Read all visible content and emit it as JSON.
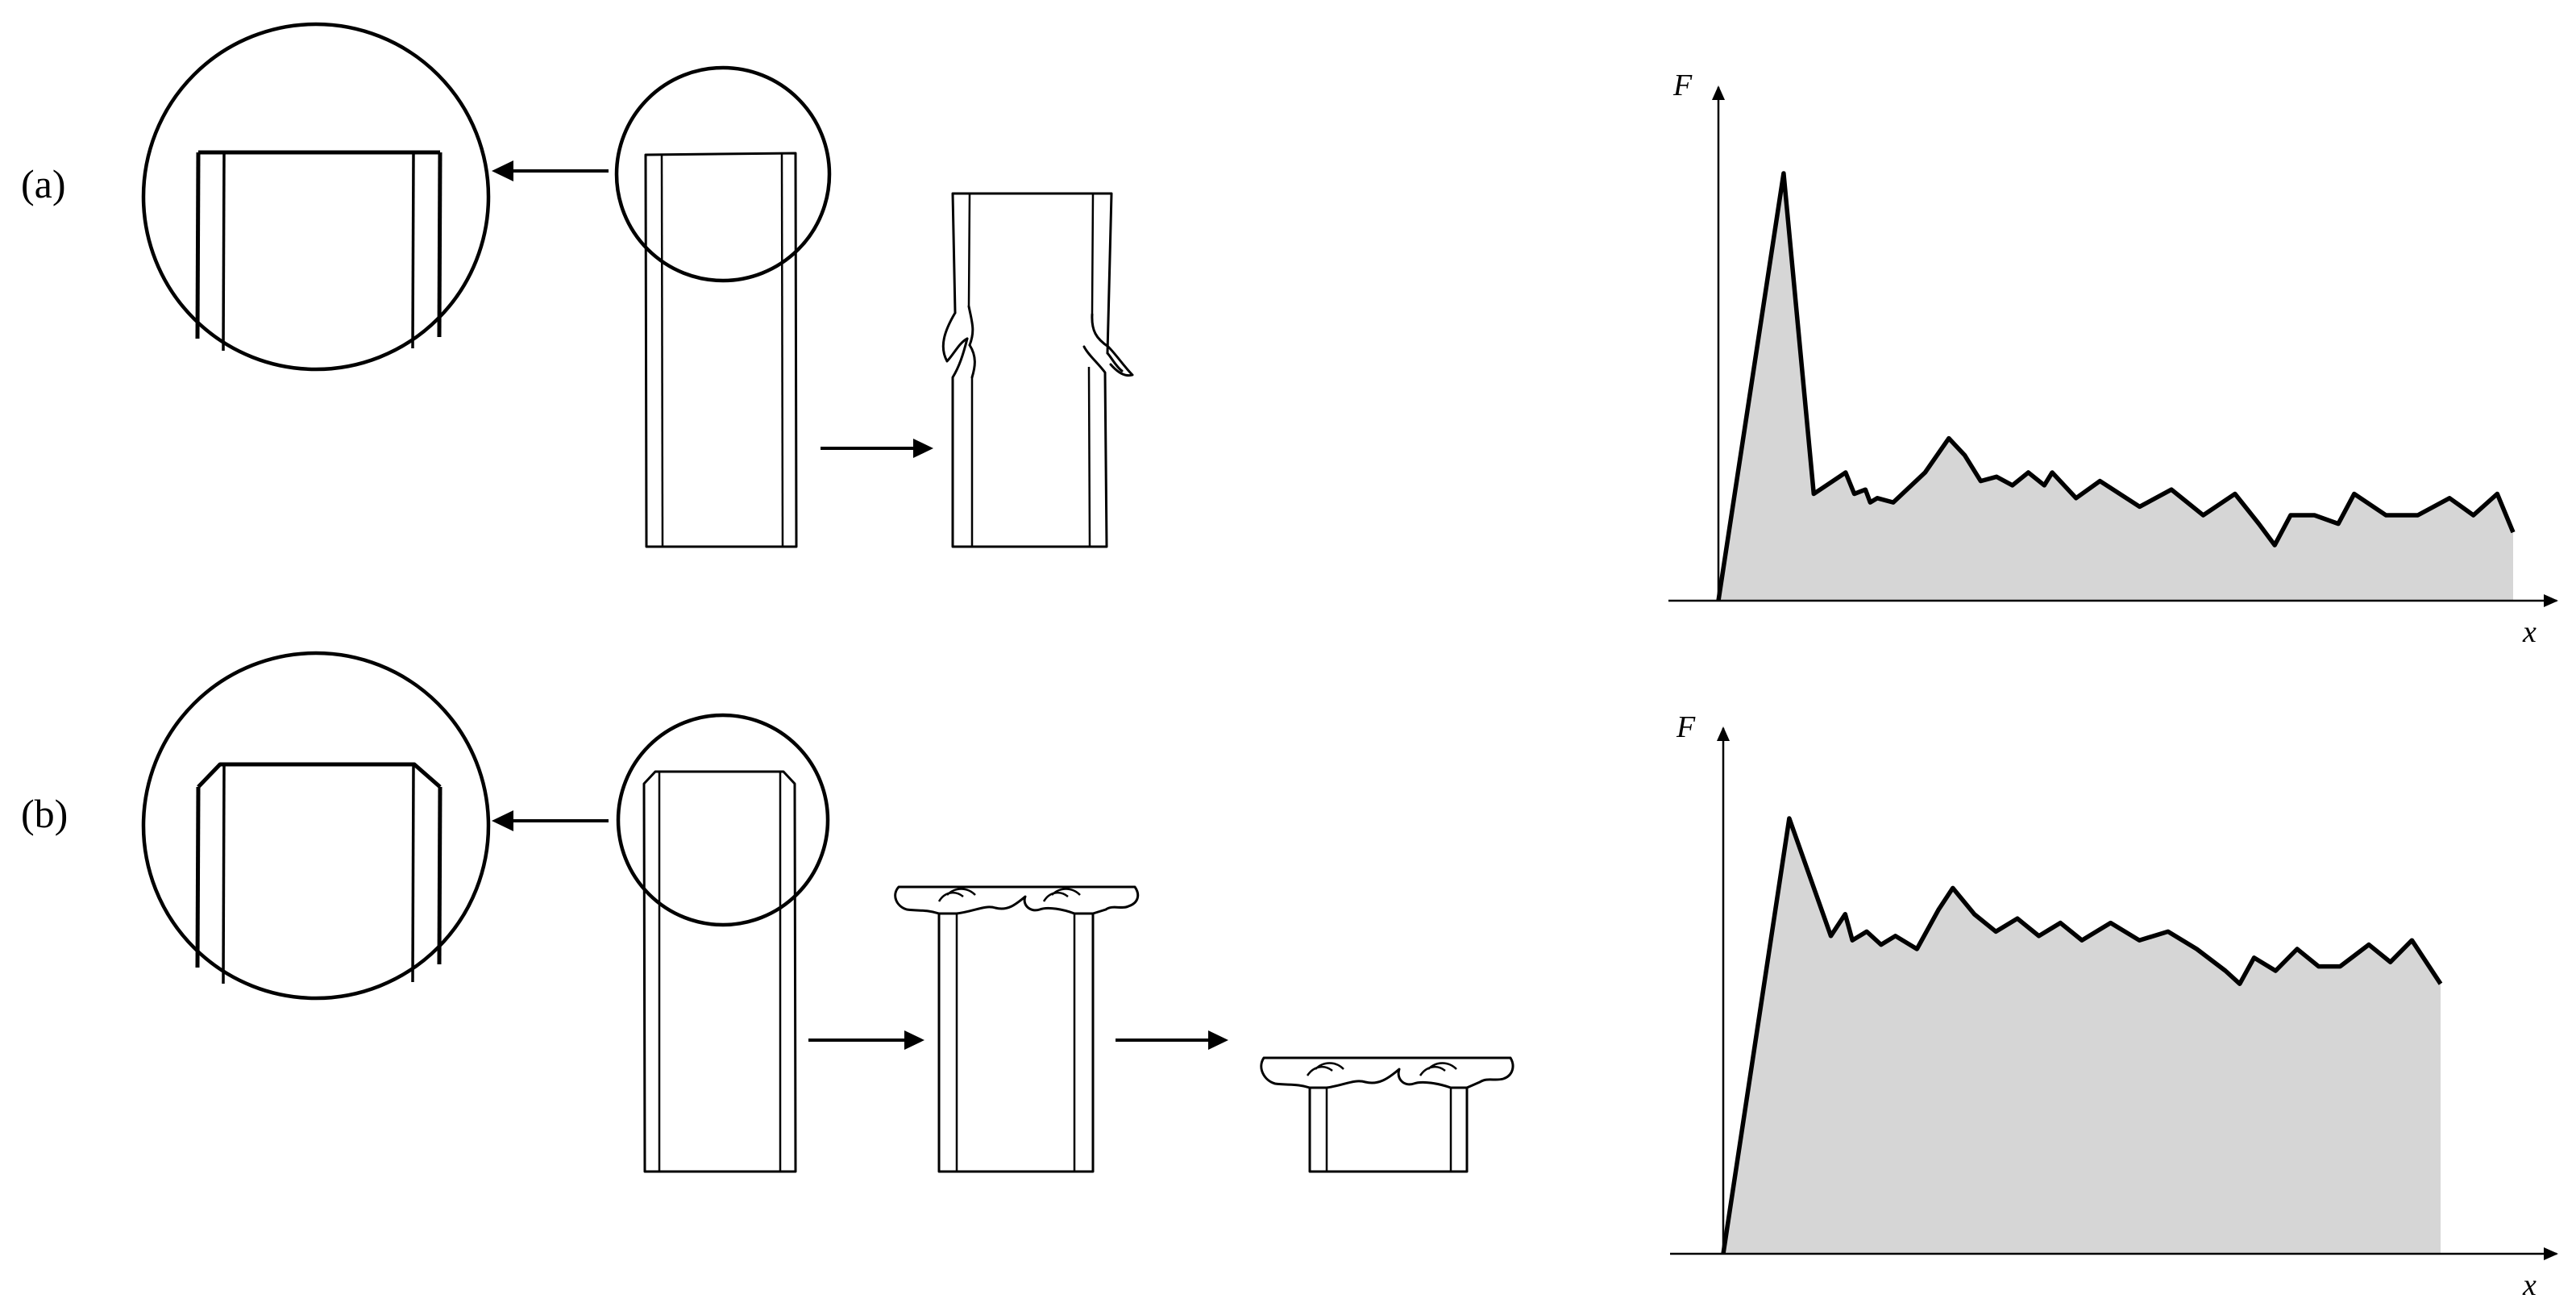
{
  "panels": [
    {
      "id": "a",
      "label": "(a)",
      "x_axis": "x",
      "y_axis": "F"
    },
    {
      "id": "b",
      "label": "(b)",
      "x_axis": "x",
      "y_axis": "F"
    }
  ],
  "chart_data": [
    {
      "type": "area",
      "title": "",
      "xlabel": "x",
      "ylabel": "F",
      "grid": false,
      "x": [
        0.0,
        0.082,
        0.12,
        0.16,
        0.171,
        0.185,
        0.191,
        0.2,
        0.22,
        0.26,
        0.29,
        0.31,
        0.33,
        0.35,
        0.37,
        0.39,
        0.41,
        0.42,
        0.45,
        0.48,
        0.53,
        0.57,
        0.61,
        0.65,
        0.68,
        0.7,
        0.72,
        0.75,
        0.78,
        0.8,
        0.84,
        0.88,
        0.92,
        0.95,
        0.98,
        1.0
      ],
      "values": [
        0.0,
        1.0,
        0.25,
        0.3,
        0.25,
        0.26,
        0.23,
        0.24,
        0.23,
        0.3,
        0.38,
        0.34,
        0.28,
        0.29,
        0.27,
        0.3,
        0.27,
        0.3,
        0.24,
        0.28,
        0.22,
        0.26,
        0.2,
        0.25,
        0.18,
        0.13,
        0.2,
        0.2,
        0.18,
        0.25,
        0.2,
        0.2,
        0.24,
        0.2,
        0.25,
        0.16
      ]
    },
    {
      "type": "area",
      "title": "",
      "xlabel": "x",
      "ylabel": "F",
      "grid": false,
      "x": [
        0.0,
        0.092,
        0.15,
        0.17,
        0.18,
        0.2,
        0.22,
        0.24,
        0.27,
        0.3,
        0.32,
        0.35,
        0.38,
        0.41,
        0.44,
        0.47,
        0.5,
        0.54,
        0.58,
        0.62,
        0.66,
        0.7,
        0.72,
        0.74,
        0.77,
        0.8,
        0.83,
        0.86,
        0.9,
        0.93,
        0.96,
        1.0
      ],
      "values": [
        0.0,
        1.0,
        0.73,
        0.78,
        0.72,
        0.74,
        0.71,
        0.73,
        0.7,
        0.79,
        0.84,
        0.78,
        0.74,
        0.77,
        0.73,
        0.76,
        0.72,
        0.76,
        0.72,
        0.74,
        0.7,
        0.65,
        0.62,
        0.68,
        0.65,
        0.7,
        0.66,
        0.66,
        0.71,
        0.67,
        0.72,
        0.62
      ]
    }
  ]
}
